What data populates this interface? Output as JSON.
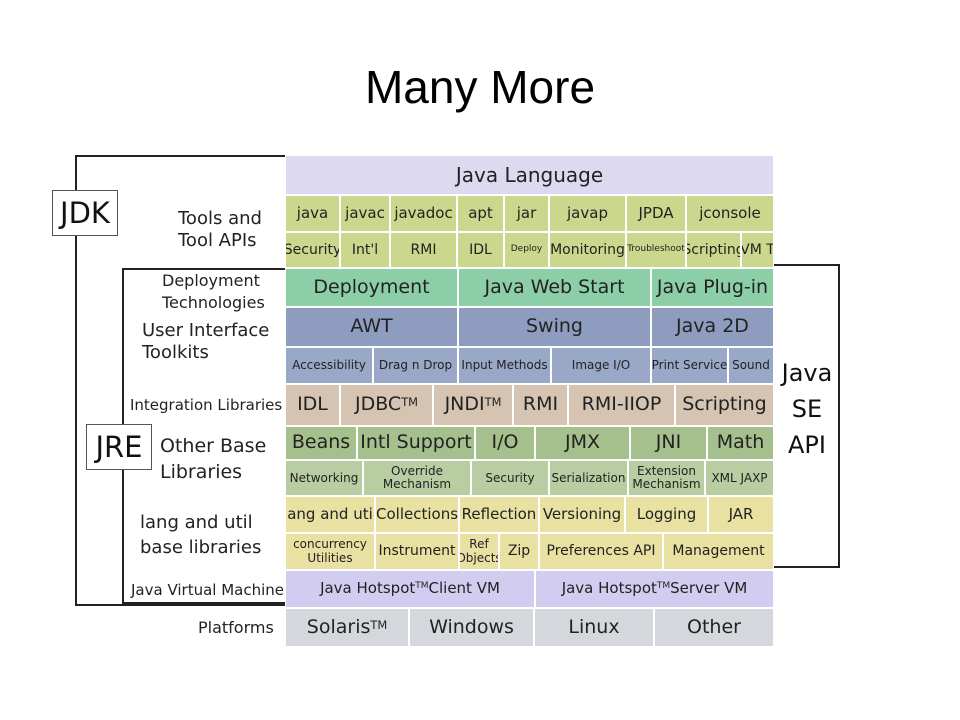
{
  "slide": {
    "title": "Many More"
  },
  "labels": {
    "jdk": "JDK",
    "jre": "JRE",
    "java_se_api": [
      "Java",
      "SE",
      "API"
    ]
  },
  "row_labels": [
    [
      "Tools and",
      "Tool APIs"
    ],
    [
      "Deployment",
      "Technologies"
    ],
    [
      "User Interface",
      "Toolkits"
    ],
    [
      "Integration Libraries"
    ],
    [
      "Other Base",
      "Libraries"
    ],
    [
      "lang and util",
      "base libraries"
    ],
    [
      "Java Virtual Machine"
    ],
    [
      "Platforms"
    ]
  ],
  "colors": {
    "language": "#dcd9f1",
    "tools": "#cbd78c",
    "deployment": "#8ccfa6",
    "ui_top": "#8e9cc0",
    "ui_sub": "#9aa8c8",
    "integration": "#d6c4b2",
    "base_top": "#a5c08d",
    "base_sub": "#b8cda2",
    "lang": "#e8e1a2",
    "jvm": "#d2cdf0",
    "platforms": "#d4d8dc"
  },
  "rows": [
    {
      "group": "language",
      "cells": [
        {
          "text": "Java Language",
          "w": 1
        }
      ]
    },
    {
      "group": "tools",
      "cells": [
        {
          "text": "java",
          "w": 55
        },
        {
          "text": "javac",
          "w": 50
        },
        {
          "text": "javadoc",
          "w": 67
        },
        {
          "text": "apt",
          "w": 47
        },
        {
          "text": "jar",
          "w": 45
        },
        {
          "text": "javap",
          "w": 77
        },
        {
          "text": "JPDA",
          "w": 60
        },
        {
          "text": "jconsole",
          "w": 88
        }
      ]
    },
    {
      "group": "tools",
      "cells": [
        {
          "text": "Security",
          "w": 55
        },
        {
          "text": "Int'l",
          "w": 50
        },
        {
          "text": "RMI",
          "w": 67
        },
        {
          "text": "IDL",
          "w": 47
        },
        {
          "text": "Deploy",
          "w": 45,
          "small": true
        },
        {
          "text": "Monitoring",
          "w": 77
        },
        {
          "text": "Troubleshoot",
          "w": 60,
          "small": true
        },
        {
          "text": "Scripting",
          "w": 55
        },
        {
          "text": "JVM TI",
          "w": 33
        }
      ]
    },
    {
      "group": "deployment",
      "cells": [
        {
          "text": "Deployment",
          "w": 173
        },
        {
          "text": "Java Web Start",
          "w": 193
        },
        {
          "text": "Java Plug-in",
          "w": 123
        }
      ]
    },
    {
      "group": "ui_top",
      "cells": [
        {
          "text": "AWT",
          "w": 173
        },
        {
          "text": "Swing",
          "w": 193
        },
        {
          "text": "Java 2D",
          "w": 123
        }
      ]
    },
    {
      "group": "ui_sub",
      "cells": [
        {
          "text": "Accessibility",
          "w": 88
        },
        {
          "text": "Drag n Drop",
          "w": 85
        },
        {
          "text": "Input Methods",
          "w": 93
        },
        {
          "text": "Image I/O",
          "w": 100
        },
        {
          "text": "Print Service",
          "w": 77
        },
        {
          "text": "Sound",
          "w": 46
        }
      ]
    },
    {
      "group": "integration",
      "cells": [
        {
          "text": "IDL",
          "w": 55
        },
        {
          "text": "JDBC",
          "w": 93,
          "tm": true
        },
        {
          "text": "JNDI",
          "w": 80,
          "tm": true
        },
        {
          "text": "RMI",
          "w": 55
        },
        {
          "text": "RMI-IIOP",
          "w": 107
        },
        {
          "text": "Scripting",
          "w": 99
        }
      ]
    },
    {
      "group": "base_top",
      "cells": [
        {
          "text": "Beans",
          "w": 72
        },
        {
          "text": "Intl Support",
          "w": 118
        },
        {
          "text": "I/O",
          "w": 60
        },
        {
          "text": "JMX",
          "w": 95
        },
        {
          "text": "JNI",
          "w": 77
        },
        {
          "text": "Math",
          "w": 67
        }
      ]
    },
    {
      "group": "base_sub",
      "cells": [
        {
          "text": "Networking",
          "w": 78
        },
        {
          "text": "Override Mechanism",
          "w": 108,
          "wrap": true
        },
        {
          "text": "Security",
          "w": 78
        },
        {
          "text": "Serialization",
          "w": 79
        },
        {
          "text": "Extension Mechanism",
          "w": 77,
          "wrap": true
        },
        {
          "text": "XML JAXP",
          "w": 69
        }
      ]
    },
    {
      "group": "lang",
      "cells": [
        {
          "text": "lang and util",
          "w": 90
        },
        {
          "text": "Collections",
          "w": 84
        },
        {
          "text": "Reflection",
          "w": 80
        },
        {
          "text": "Versioning",
          "w": 86
        },
        {
          "text": "Logging",
          "w": 83
        },
        {
          "text": "JAR",
          "w": 66
        }
      ]
    },
    {
      "group": "lang",
      "cells": [
        {
          "text": "concurrency Utilities",
          "w": 90,
          "wrap": true
        },
        {
          "text": "Instrument",
          "w": 84
        },
        {
          "text": "Ref Objects",
          "w": 40,
          "wrap": true
        },
        {
          "text": "Zip",
          "w": 40
        },
        {
          "text": "Preferences API",
          "w": 124
        },
        {
          "text": "Management",
          "w": 111
        }
      ]
    },
    {
      "group": "jvm",
      "cells": [
        {
          "text": "Java Hotspot Client VM",
          "w": 250,
          "tm_after": "Java Hotspot"
        },
        {
          "text": "Java Hotspot Server VM",
          "w": 239,
          "tm_after": "Java Hotspot"
        }
      ]
    },
    {
      "group": "platforms",
      "cells": [
        {
          "text": "Solaris",
          "w": 124,
          "tm": true
        },
        {
          "text": "Windows",
          "w": 125
        },
        {
          "text": "Linux",
          "w": 120
        },
        {
          "text": "Other",
          "w": 120
        }
      ]
    }
  ]
}
